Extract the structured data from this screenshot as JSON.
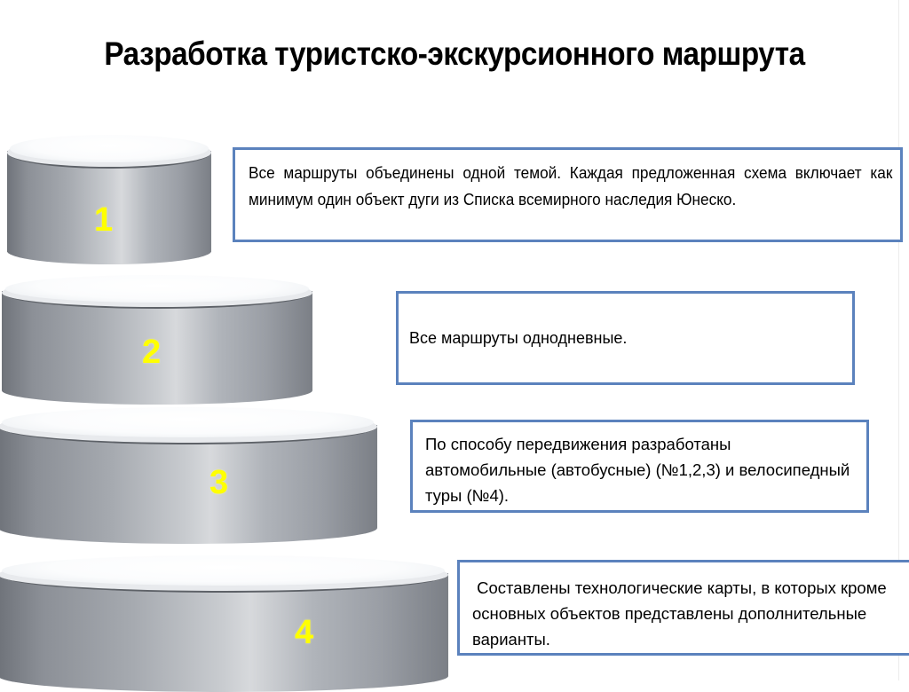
{
  "slide": {
    "title": "Разработка туристско-экскурсионного маршрута",
    "colors": {
      "box_border": "#5b82bd",
      "number_color": "#ffff00",
      "cylinder_base": "#a6aab0"
    },
    "steps": [
      {
        "number": "1",
        "text": "Все маршруты объединены одной темой. Каждая предложенная схема включает как минимум один объект дуги из Списка всемирного наследия Юнеско."
      },
      {
        "number": "2",
        "text": "Все маршруты однодневные."
      },
      {
        "number": "3",
        "text": "По способу передвижения разработаны автомобильные (автобусные) (№1,2,3) и велосипедный туры (№4)."
      },
      {
        "number": "4",
        "text": " Составлены технологические карты, в которых кроме основных объектов представлены дополнительные варианты."
      }
    ]
  }
}
